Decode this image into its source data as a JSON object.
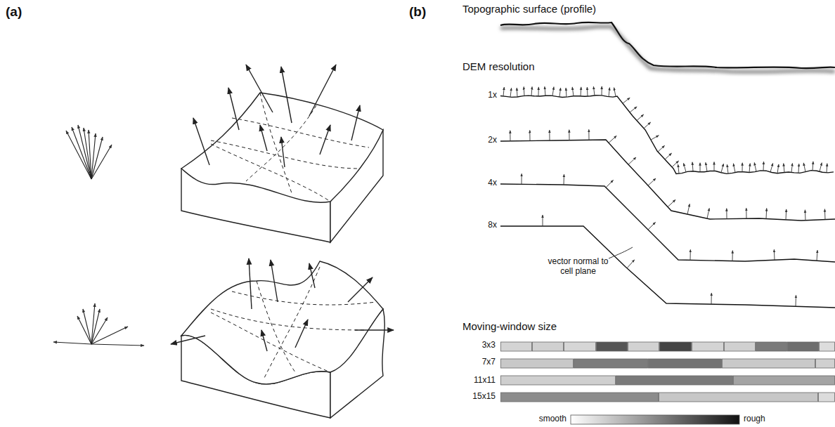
{
  "diagram": {
    "labels": [
      "(a)",
      "(b)",
      "Topographic surface (profile)",
      "DEM resolution",
      "1x",
      "2x",
      "4x",
      "8x",
      "vector normal to cell plane",
      "Moving-window size",
      "3x3",
      "7x7",
      "11x11",
      "15x15",
      "smooth",
      "rough"
    ]
  }
}
